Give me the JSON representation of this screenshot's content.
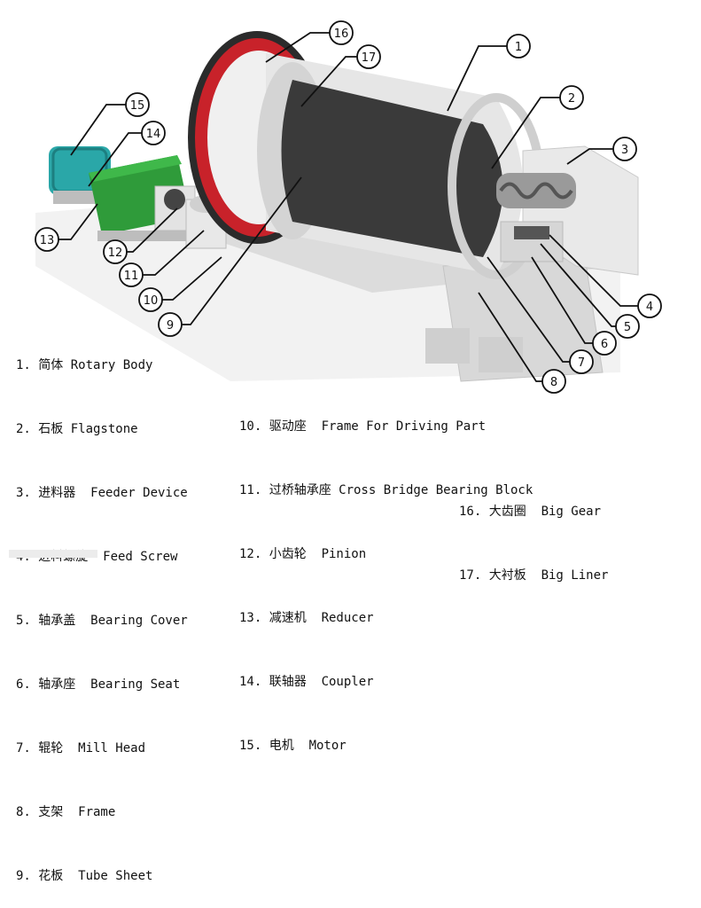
{
  "diagram": {
    "legend_col1": [
      "1. 简体 Rotary Body",
      "2. 石板 Flagstone",
      "3. 进料器  Feeder Device",
      "4. 进料螺旋  Feed Screw",
      "5. 轴承盖  Bearing Cover",
      "6. 轴承座  Bearing Seat",
      "7. 辊轮  Mill Head",
      "8. 支架  Frame",
      "9. 花板  Tube Sheet"
    ],
    "legend_col2": [
      "10. 驱动座  Frame For Driving Part",
      "11. 过桥轴承座 Cross Bridge Bearing Block",
      "12. 小齿轮  Pinion",
      "13. 减速机  Reducer",
      "14. 联轴器  Coupler",
      "15. 电机  Motor"
    ],
    "legend_col3": [
      "16. 大齿圈  Big Gear",
      "17. 大衬板  Big Liner"
    ],
    "callouts": [
      "1",
      "2",
      "3",
      "4",
      "5",
      "6",
      "7",
      "8",
      "9",
      "10",
      "11",
      "12",
      "13",
      "14",
      "15",
      "16",
      "17"
    ]
  },
  "colors": {
    "gear_red": "#c8222a",
    "reducer_green": "#2f9b3a",
    "motor_teal": "#2aa7a8",
    "body_grey": "#e6e6e6",
    "liner_dark": "#3a3a3a"
  }
}
